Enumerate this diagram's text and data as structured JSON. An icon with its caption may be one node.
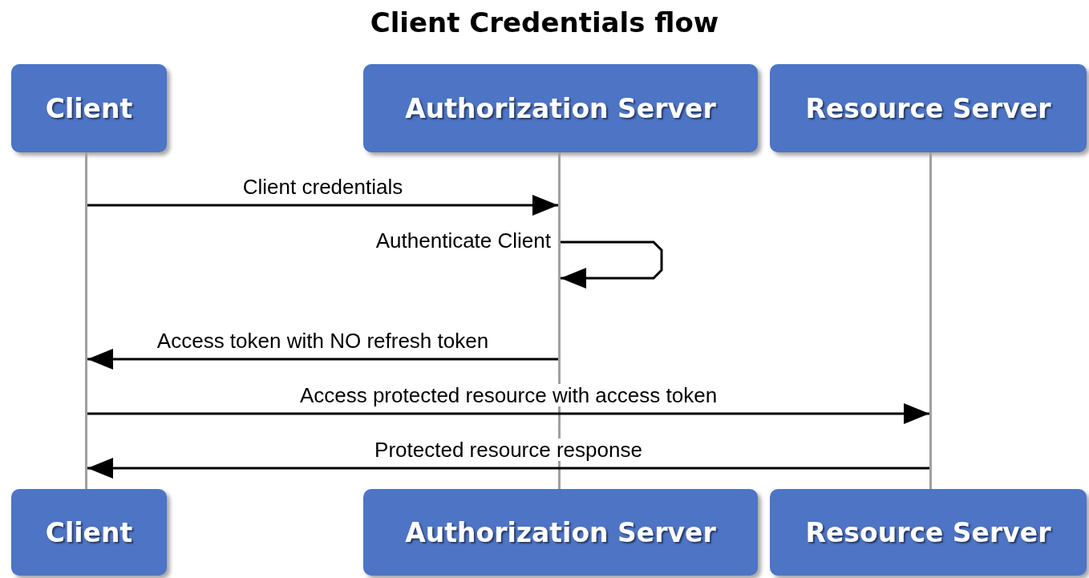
{
  "diagram": {
    "title": "Client Credentials flow",
    "nodes": [
      {
        "text": [
          "Client"
        ]
      },
      {
        "text": [
          "Authorization Server"
        ]
      },
      {
        "text": [
          "Resource Server"
        ]
      },
      {
        "text": [],
        "shape": "bar"
      },
      {
        "text": [],
        "shape": "bar"
      },
      {
        "text": [],
        "shape": "bar"
      },
      {
        "text": [
          "Client"
        ]
      },
      {
        "text": [
          "Authorization Server"
        ]
      },
      {
        "text": [
          "Resource Server"
        ]
      }
    ],
    "edges": [
      {
        "from": 3,
        "to": 4,
        "arrow": "to",
        "label": "Client credentials"
      },
      {
        "from": 4,
        "to": 4,
        "arrow": "to",
        "label": "Authenticate Client"
      },
      {
        "from": 4,
        "to": 3,
        "arrow": "to",
        "label": "Access token with NO refresh token"
      },
      {
        "from": 3,
        "to": 5,
        "arrow": "to",
        "label": "Access protected resource with access token"
      },
      {
        "from": 5,
        "to": 3,
        "arrow": "to",
        "label": "Protected resource response"
      }
    ]
  }
}
